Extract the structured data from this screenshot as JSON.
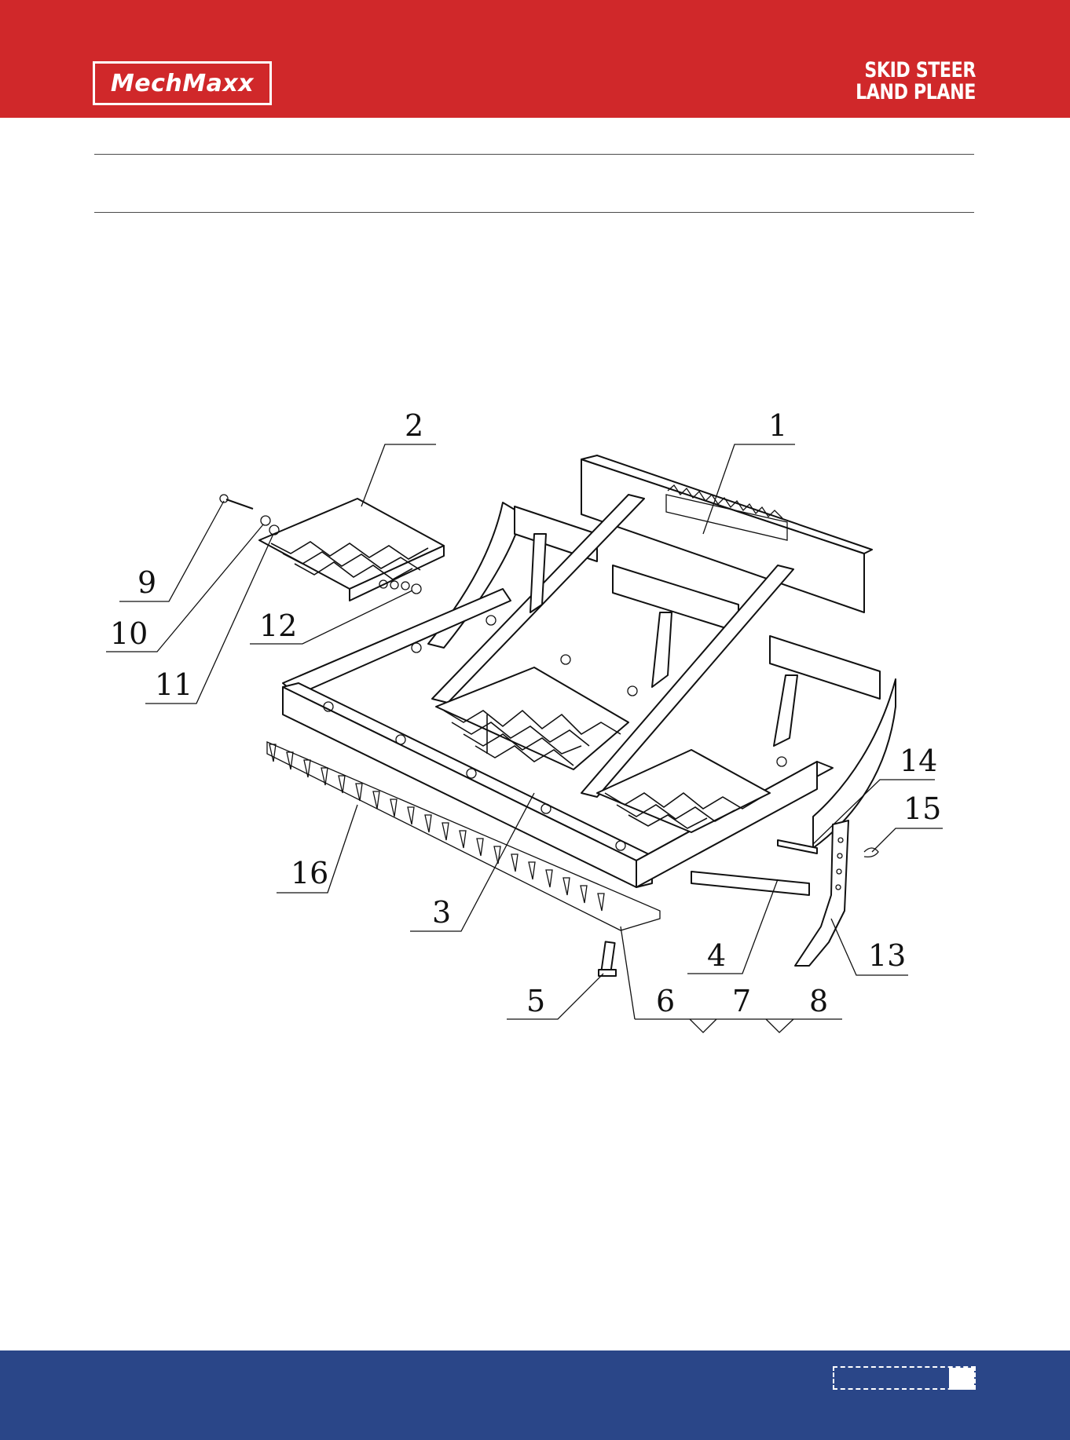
{
  "header": {
    "brand": "MechMaxx",
    "product_line1": "SKID STEER",
    "product_line2": "LAND PLANE",
    "background_color": "#d0282a"
  },
  "diagram": {
    "callouts": [
      {
        "id": "label-1",
        "text": "1"
      },
      {
        "id": "label-2",
        "text": "2"
      },
      {
        "id": "label-3",
        "text": "3"
      },
      {
        "id": "label-4",
        "text": "4"
      },
      {
        "id": "label-5",
        "text": "5"
      },
      {
        "id": "label-6",
        "text": "6"
      },
      {
        "id": "label-7",
        "text": "7"
      },
      {
        "id": "label-8",
        "text": "8"
      },
      {
        "id": "label-9",
        "text": "9"
      },
      {
        "id": "label-10",
        "text": "10"
      },
      {
        "id": "label-11",
        "text": "11"
      },
      {
        "id": "label-12",
        "text": "12"
      },
      {
        "id": "label-13",
        "text": "13"
      },
      {
        "id": "label-14",
        "text": "14"
      },
      {
        "id": "label-15",
        "text": "15"
      },
      {
        "id": "label-16",
        "text": "16"
      }
    ]
  },
  "footer": {
    "page_number": "",
    "background_color": "#2a4688"
  }
}
